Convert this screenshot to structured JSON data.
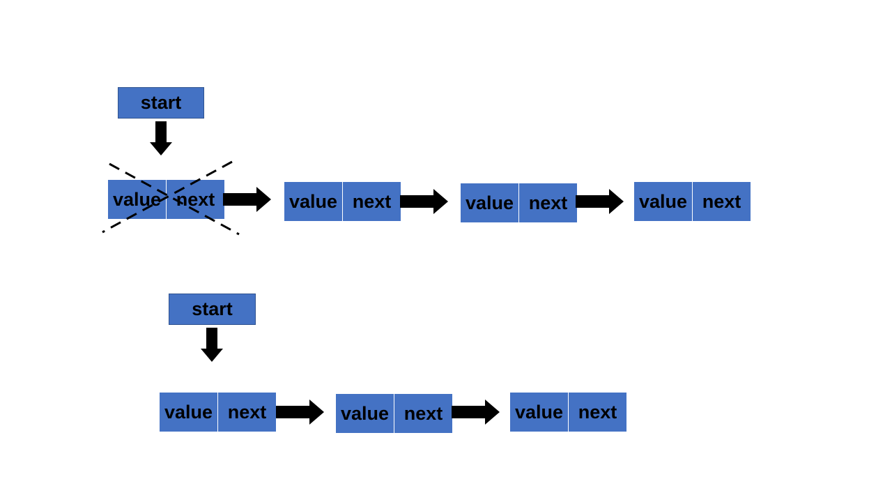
{
  "top_list": {
    "start_label": "start",
    "nodes": [
      {
        "value_label": "value",
        "next_label": "next",
        "deleted": true
      },
      {
        "value_label": "value",
        "next_label": "next",
        "deleted": false
      },
      {
        "value_label": "value",
        "next_label": "next",
        "deleted": false
      },
      {
        "value_label": "value",
        "next_label": "next",
        "deleted": false
      }
    ]
  },
  "bottom_list": {
    "start_label": "start",
    "nodes": [
      {
        "value_label": "value",
        "next_label": "next"
      },
      {
        "value_label": "value",
        "next_label": "next"
      },
      {
        "value_label": "value",
        "next_label": "next"
      }
    ]
  },
  "colors": {
    "node_fill": "#4472C4",
    "node_border": "#2F528F",
    "arrow": "#000000",
    "text": "#000000"
  }
}
